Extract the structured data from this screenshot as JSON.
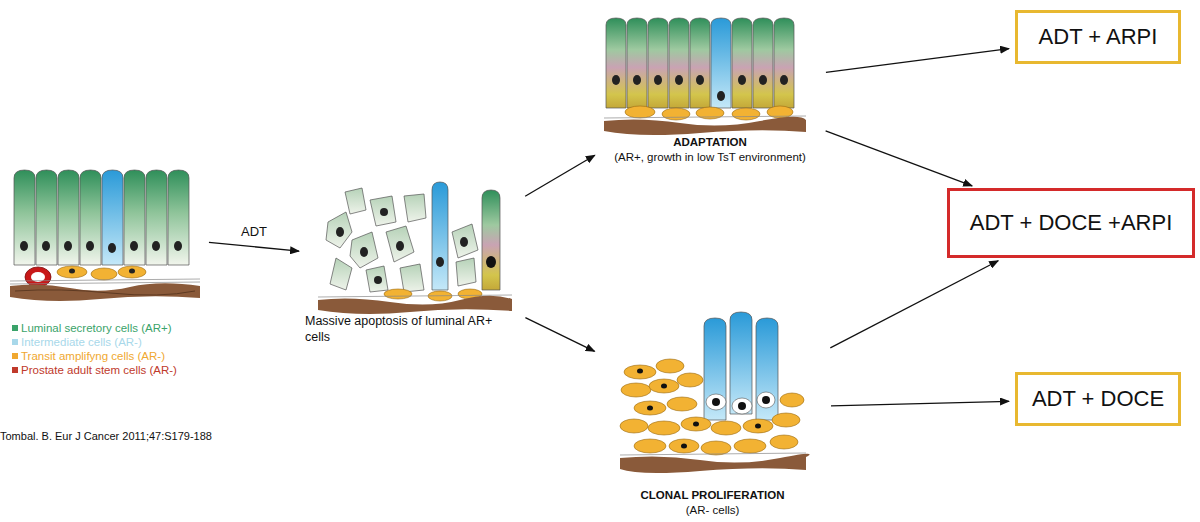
{
  "diagram": {
    "nodes": [
      {
        "text": []
      },
      {
        "text": [
          "Massive apoptosis of luminal AR+ cells"
        ]
      },
      {
        "text": [
          "ADAPTATION",
          "(AR+, growth in low TsT environment)"
        ]
      },
      {
        "text": [
          "CLONAL PROLIFERATION",
          "(AR- cells)"
        ]
      },
      {
        "text": [
          "ADT + ARPI"
        ]
      },
      {
        "text": [
          "ADT + DOCE +ARPI"
        ]
      },
      {
        "text": [
          "ADT + DOCE"
        ]
      }
    ],
    "edges": [
      {
        "from": 0,
        "to": 1,
        "label": "ADT",
        "arrow": "to"
      },
      {
        "from": 1,
        "to": 2,
        "arrow": "to"
      },
      {
        "from": 1,
        "to": 3,
        "arrow": "to"
      },
      {
        "from": 2,
        "to": 4,
        "arrow": "to"
      },
      {
        "from": 2,
        "to": 5,
        "arrow": "to"
      },
      {
        "from": 3,
        "to": 5,
        "arrow": "to"
      },
      {
        "from": 3,
        "to": 6,
        "arrow": "to"
      }
    ],
    "labels": [
      "Tombal. B. Eur J Cancer 2011;47:S179-188"
    ],
    "legend": [
      {
        "text": "Luminal secretory cells (AR+)",
        "color": "#3aa36a"
      },
      {
        "text": "Intermediate cells (AR-)",
        "color": "#a8d8ea"
      },
      {
        "text": "Transit amplifyng cells (AR-)",
        "color": "#f0a830"
      },
      {
        "text": "Prostate adult stem cells (AR-)",
        "color": "#c0392b"
      }
    ]
  }
}
